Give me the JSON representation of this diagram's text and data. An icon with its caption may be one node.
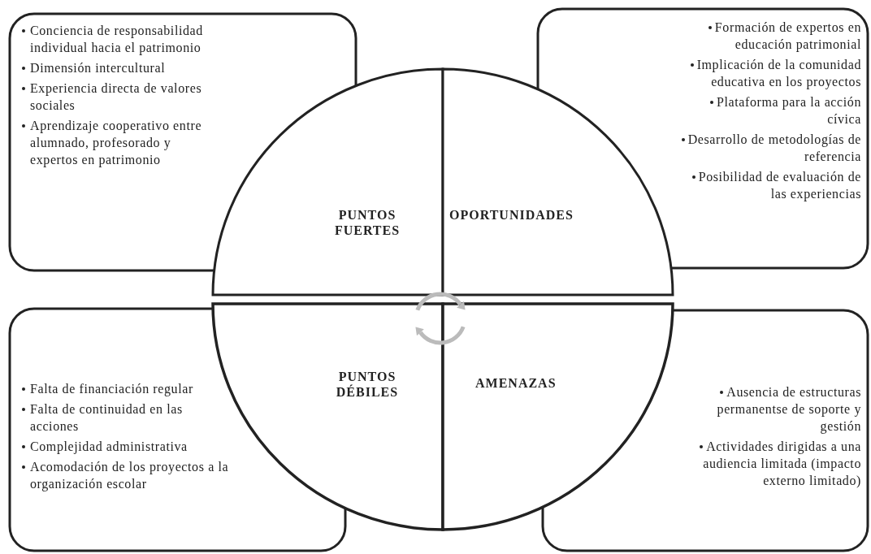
{
  "diagram": {
    "nodes": [
      {
        "text": [
          "Conciencia de responsabilidad individual hacia el patrimonio",
          "Dimensión intercultural",
          "Experiencia directa de valores sociales",
          "Aprendizaje cooperativo entre alumnado, profesorado y expertos en patrimonio"
        ]
      },
      {
        "text": [
          "PUNTOS FUERTES"
        ]
      },
      {
        "text": [
          "OPORTUNIDADES"
        ]
      },
      {
        "text": [
          "Formación de expertos en educación patrimonial",
          "Implicación de la comunidad educativa en los proyectos",
          "Plataforma para la acción cívica",
          "Desarrollo de metodologías de referencia",
          "Posibilidad de evaluación de las experiencias"
        ]
      },
      {
        "text": [
          "Falta de financiación regular",
          "Falta de continuidad en las acciones",
          "Complejidad administrativa",
          "Acomodación de los proyectos a la organización escolar"
        ]
      },
      {
        "text": [
          "PUNTOS DÉBILES"
        ]
      },
      {
        "text": [
          "AMENAZAS"
        ]
      },
      {
        "text": [
          "Ausencia de estructuras permanentse de soporte y gestión",
          "Actividades dirigidas a una audiencia limitada (impacto externo limitado)"
        ]
      }
    ]
  }
}
